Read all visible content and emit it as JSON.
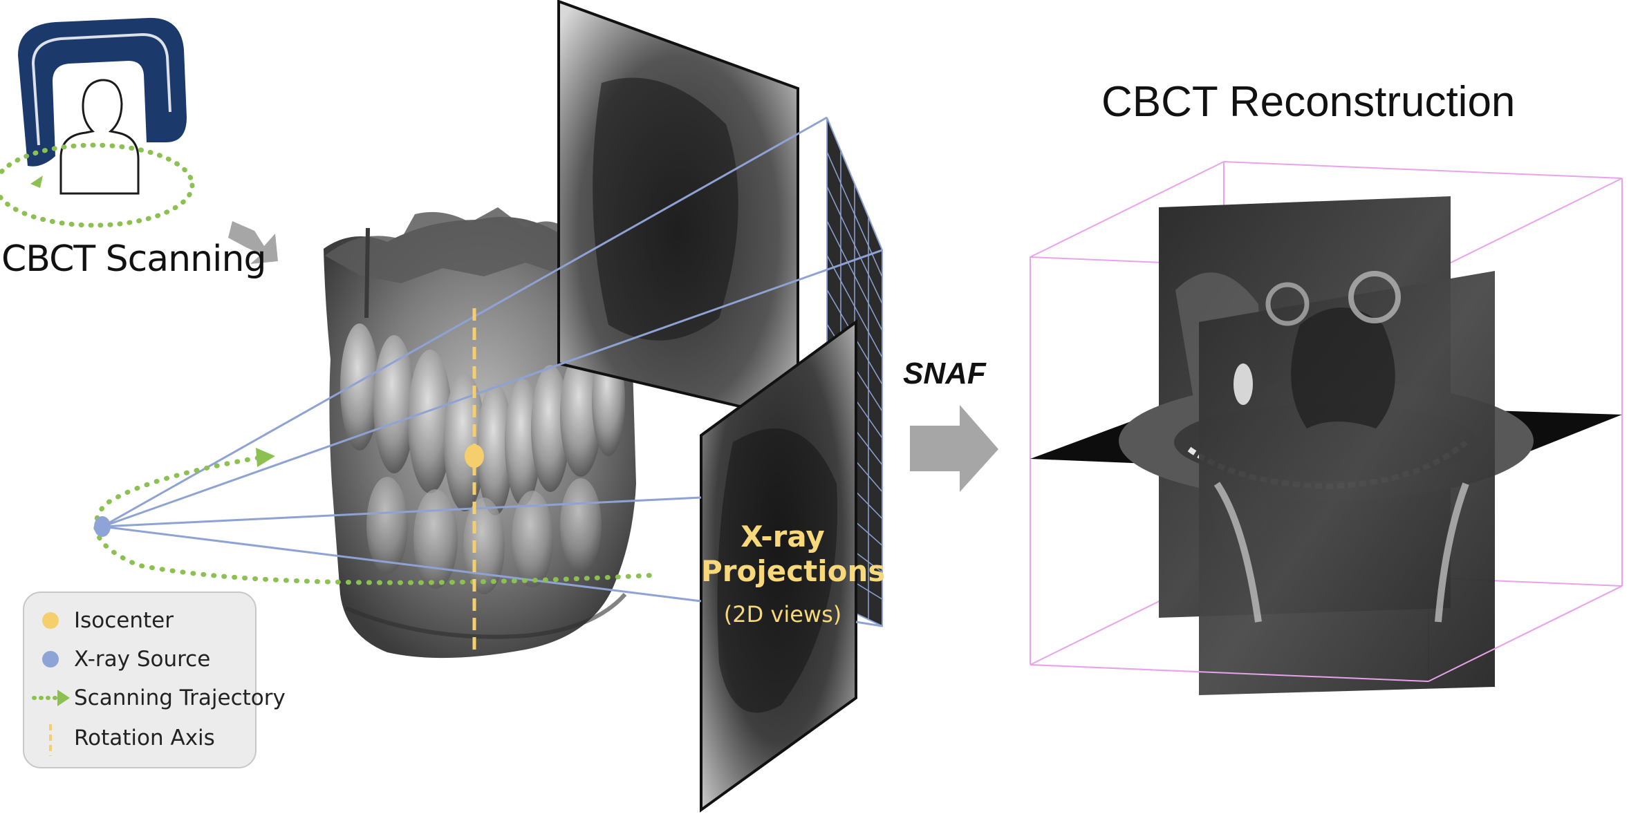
{
  "scan_label": "CBCT Scanning",
  "reconstruction_title": "CBCT Reconstruction",
  "method_label": "SNAF",
  "projections": {
    "title": "X-ray Projections",
    "subtitle": "(2D views)"
  },
  "legend": [
    {
      "label": "Isocenter",
      "marker": "yellow-dot-icon"
    },
    {
      "label": "X-ray Source",
      "marker": "blue-dot-icon"
    },
    {
      "label": "Scanning Trajectory",
      "marker": "dotted-arrow-icon"
    },
    {
      "label": "Rotation Axis",
      "marker": "dashed-line-icon"
    }
  ],
  "colors": {
    "scanner_blue": "#1b3a6b",
    "isocenter": "#f5cf6b",
    "xray_source": "#8fa4d6",
    "trajectory": "#8cc152",
    "beam": "#8ea3d4",
    "arrow": "#a6a6a6",
    "reconstruction_box": "#e8a3ec",
    "projection_text": "#f7d87a"
  }
}
